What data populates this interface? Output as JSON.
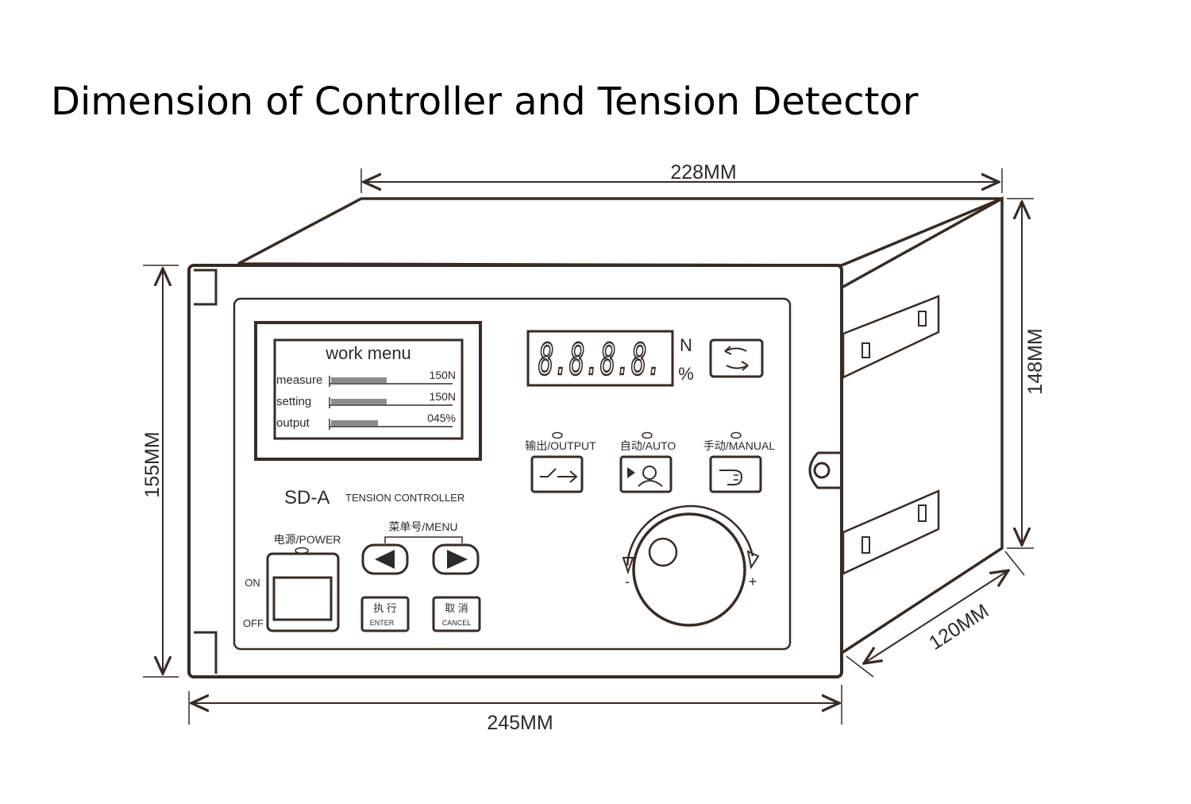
{
  "title": "Dimension of Controller and Tension Detector",
  "dimensions": {
    "top_width": "228MM",
    "front_width": "245MM",
    "front_height": "155MM",
    "side_height": "148MM",
    "depth": "120MM"
  },
  "lcd": {
    "title": "work menu",
    "rows": [
      {
        "label": "measure",
        "value": "150N",
        "level": 0.45
      },
      {
        "label": "setting",
        "value": "150N",
        "level": 0.45
      },
      {
        "label": "output",
        "value": "045%",
        "level": 0.38
      }
    ]
  },
  "led_display": {
    "value": "8.8.8.8.",
    "unit_top": "N",
    "unit_bottom": "%"
  },
  "mode_buttons": {
    "output": "输出/OUTPUT",
    "auto": "自动/AUTO",
    "manual": "手动/MANUAL"
  },
  "model": "SD-A",
  "model_caption": "TENSION CONTROLLER",
  "menu_label": "菜单号/MENU",
  "power": {
    "label": "电源/POWER",
    "on": "ON",
    "off": "OFF"
  },
  "enter": {
    "cn": "执 行",
    "en": "ENTER"
  },
  "cancel": {
    "cn": "取 消",
    "en": "CANCEL"
  },
  "knob": {
    "minus": "-",
    "plus": "+"
  },
  "colors": {
    "line": "#3a2a22",
    "bar": "#8c8c8c",
    "text": "#2b2b2b"
  }
}
